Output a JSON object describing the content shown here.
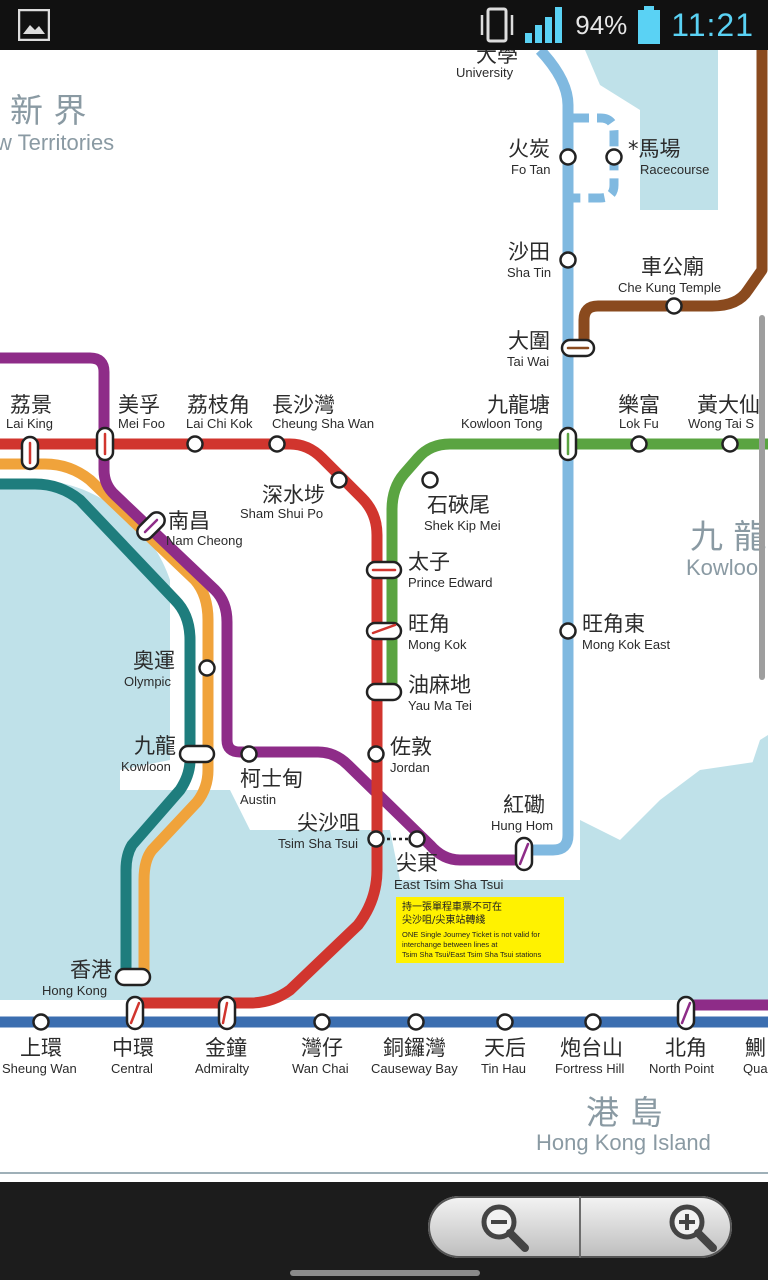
{
  "status_bar": {
    "battery_percent": "94%",
    "time": "11:21",
    "icons": [
      "photo-notification-icon",
      "vibrate-icon",
      "signal-icon",
      "battery-icon"
    ]
  },
  "regions": {
    "nt_zh": "新 界",
    "nt_en": "w Territories",
    "kowloon_zh": "九 龍",
    "kowloon_en": "Kowloo",
    "hk_island_zh": "港 島",
    "hk_island_en": "Hong Kong Island"
  },
  "stations": {
    "university": {
      "zh": "大學",
      "en": "University"
    },
    "fo_tan": {
      "zh": "火炭",
      "en": "Fo Tan"
    },
    "racecourse": {
      "zh": "*馬場",
      "en": "Racecourse"
    },
    "sha_tin": {
      "zh": "沙田",
      "en": "Sha Tin"
    },
    "che_kung_temple": {
      "zh": "車公廟",
      "en": "Che Kung Temple"
    },
    "tai_wai": {
      "zh": "大圍",
      "en": "Tai Wai"
    },
    "lai_king": {
      "zh": "荔景",
      "en": "Lai King"
    },
    "mei_foo": {
      "zh": "美孚",
      "en": "Mei Foo"
    },
    "lai_chi_kok": {
      "zh": "荔枝角",
      "en": "Lai Chi Kok"
    },
    "cheung_sha_wan": {
      "zh": "長沙灣",
      "en": "Cheung Sha Wan"
    },
    "kowloon_tong": {
      "zh": "九龍塘",
      "en": "Kowloon Tong"
    },
    "lok_fu": {
      "zh": "樂富",
      "en": "Lok Fu"
    },
    "wong_tai_sin": {
      "zh": "黃大仙",
      "en": "Wong Tai S"
    },
    "sham_shui_po": {
      "zh": "深水埗",
      "en": "Sham Shui Po"
    },
    "shek_kip_mei": {
      "zh": "石硤尾",
      "en": "Shek Kip Mei"
    },
    "nam_cheong": {
      "zh": "南昌",
      "en": "Nam Cheong"
    },
    "prince_edward": {
      "zh": "太子",
      "en": "Prince Edward"
    },
    "mong_kok": {
      "zh": "旺角",
      "en": "Mong Kok"
    },
    "mong_kok_east": {
      "zh": "旺角東",
      "en": "Mong Kok East"
    },
    "olympic": {
      "zh": "奧運",
      "en": "Olympic"
    },
    "yau_ma_tei": {
      "zh": "油麻地",
      "en": "Yau Ma Tei"
    },
    "kowloon": {
      "zh": "九龍",
      "en": "Kowloon"
    },
    "jordan": {
      "zh": "佐敦",
      "en": "Jordan"
    },
    "austin": {
      "zh": "柯士甸",
      "en": "Austin"
    },
    "hung_hom": {
      "zh": "紅磡",
      "en": "Hung Hom"
    },
    "tsim_sha_tsui": {
      "zh": "尖沙咀",
      "en": "Tsim Sha Tsui"
    },
    "east_tsim_sha_tsui": {
      "zh": "尖東",
      "en": "East Tsim Sha Tsui"
    },
    "hong_kong": {
      "zh": "香港",
      "en": "Hong Kong"
    },
    "sheung_wan": {
      "zh": "上環",
      "en": "Sheung Wan"
    },
    "central": {
      "zh": "中環",
      "en": "Central"
    },
    "admiralty": {
      "zh": "金鐘",
      "en": "Admiralty"
    },
    "wan_chai": {
      "zh": "灣仔",
      "en": "Wan Chai"
    },
    "causeway_bay": {
      "zh": "銅鑼灣",
      "en": "Causeway Bay"
    },
    "tin_hau": {
      "zh": "天后",
      "en": "Tin Hau"
    },
    "fortress_hill": {
      "zh": "炮台山",
      "en": "Fortress Hill"
    },
    "north_point": {
      "zh": "北角",
      "en": "North Point"
    },
    "quarry_bay": {
      "zh": "鰂",
      "en": "Qua"
    }
  },
  "notice": {
    "zh_1": "持一張單程車票不可在",
    "zh_2": "尖沙咀/尖東站轉綫",
    "en_1": "ONE Single Journey Ticket is not valid for",
    "en_2": "interchange between lines at",
    "en_3": "Tsim Sha Tsui/East Tsim Sha Tsui stations"
  },
  "line_colors": {
    "tsuen_wan": "#d1352e",
    "island": "#3b6eb0",
    "kwun_tong": "#5aa441",
    "east_rail": "#80b9e0",
    "west_rail": "#8e2c88",
    "ma_on_shan": "#8a4a1e",
    "tung_chung": "#f0a33b",
    "airport_express": "#1e7d7d",
    "water": "#bfe1e9",
    "notice_bg": "#fff200"
  },
  "controls": {
    "zoom_out_icon": "zoom-out-icon",
    "zoom_in_icon": "zoom-in-icon"
  }
}
